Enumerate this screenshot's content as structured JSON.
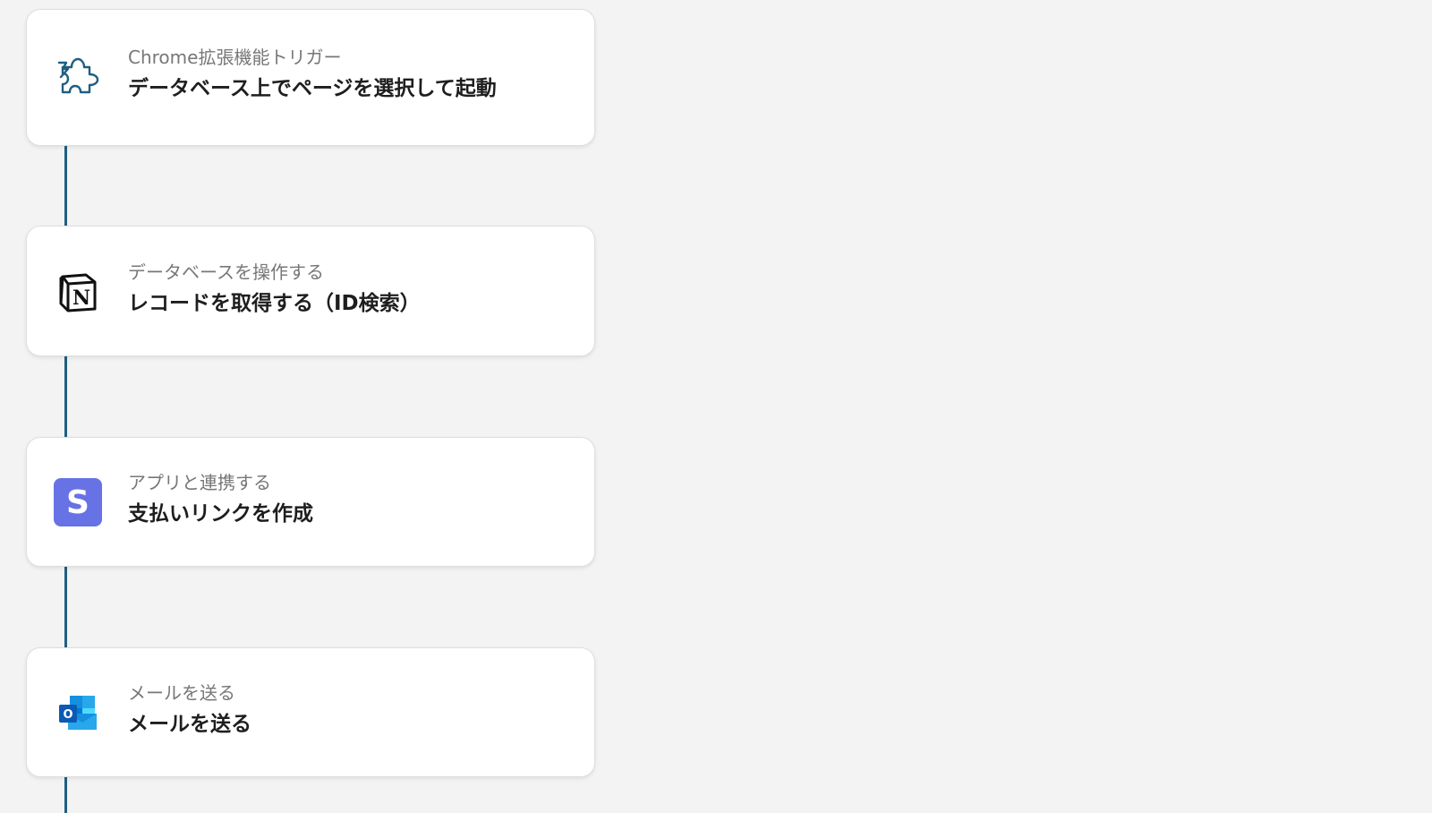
{
  "flow": {
    "steps": [
      {
        "subtitle": "Chrome拡張機能トリガー",
        "title": "データベース上でページを選択して起動",
        "icon": "puzzle-icon"
      },
      {
        "subtitle": "データベースを操作する",
        "title": "レコードを取得する（ID検索）",
        "icon": "notion-icon"
      },
      {
        "subtitle": "アプリと連携する",
        "title": "支払いリンクを作成",
        "icon": "stripe-icon",
        "icon_letter": "S"
      },
      {
        "subtitle": "メールを送る",
        "title": "メールを送る",
        "icon": "outlook-icon",
        "icon_letter": "O"
      }
    ]
  },
  "colors": {
    "background": "#f3f3f3",
    "connector": "#1f5f80",
    "card": "#ffffff",
    "stripe": "#6772e5",
    "outlook": "#0a64c4"
  }
}
